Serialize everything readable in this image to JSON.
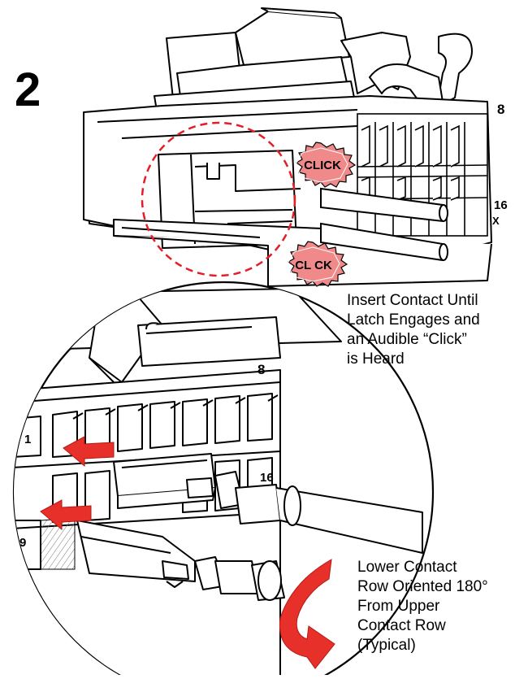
{
  "step": {
    "number": "2"
  },
  "bursts": [
    {
      "label": "CLICK"
    },
    {
      "label": "CL CK"
    }
  ],
  "cavity_numbers": {
    "top_right": "8",
    "bottom_right": "16",
    "left_top": "1",
    "left_bottom": "9"
  },
  "notes": {
    "insert": [
      "Insert Contact Until",
      "Latch Engages and",
      "an Audible “Click”",
      "is Heard"
    ],
    "orientation": [
      "Lower Contact",
      "Row Oriented 180°",
      "From Upper",
      "Contact Row",
      "(Typical)"
    ]
  },
  "colors": {
    "line": "#000000",
    "burst": "#f08a8a",
    "accent_red": "#e8302a",
    "dashed": "#e41e26",
    "hatch": "#9a9a9a"
  }
}
